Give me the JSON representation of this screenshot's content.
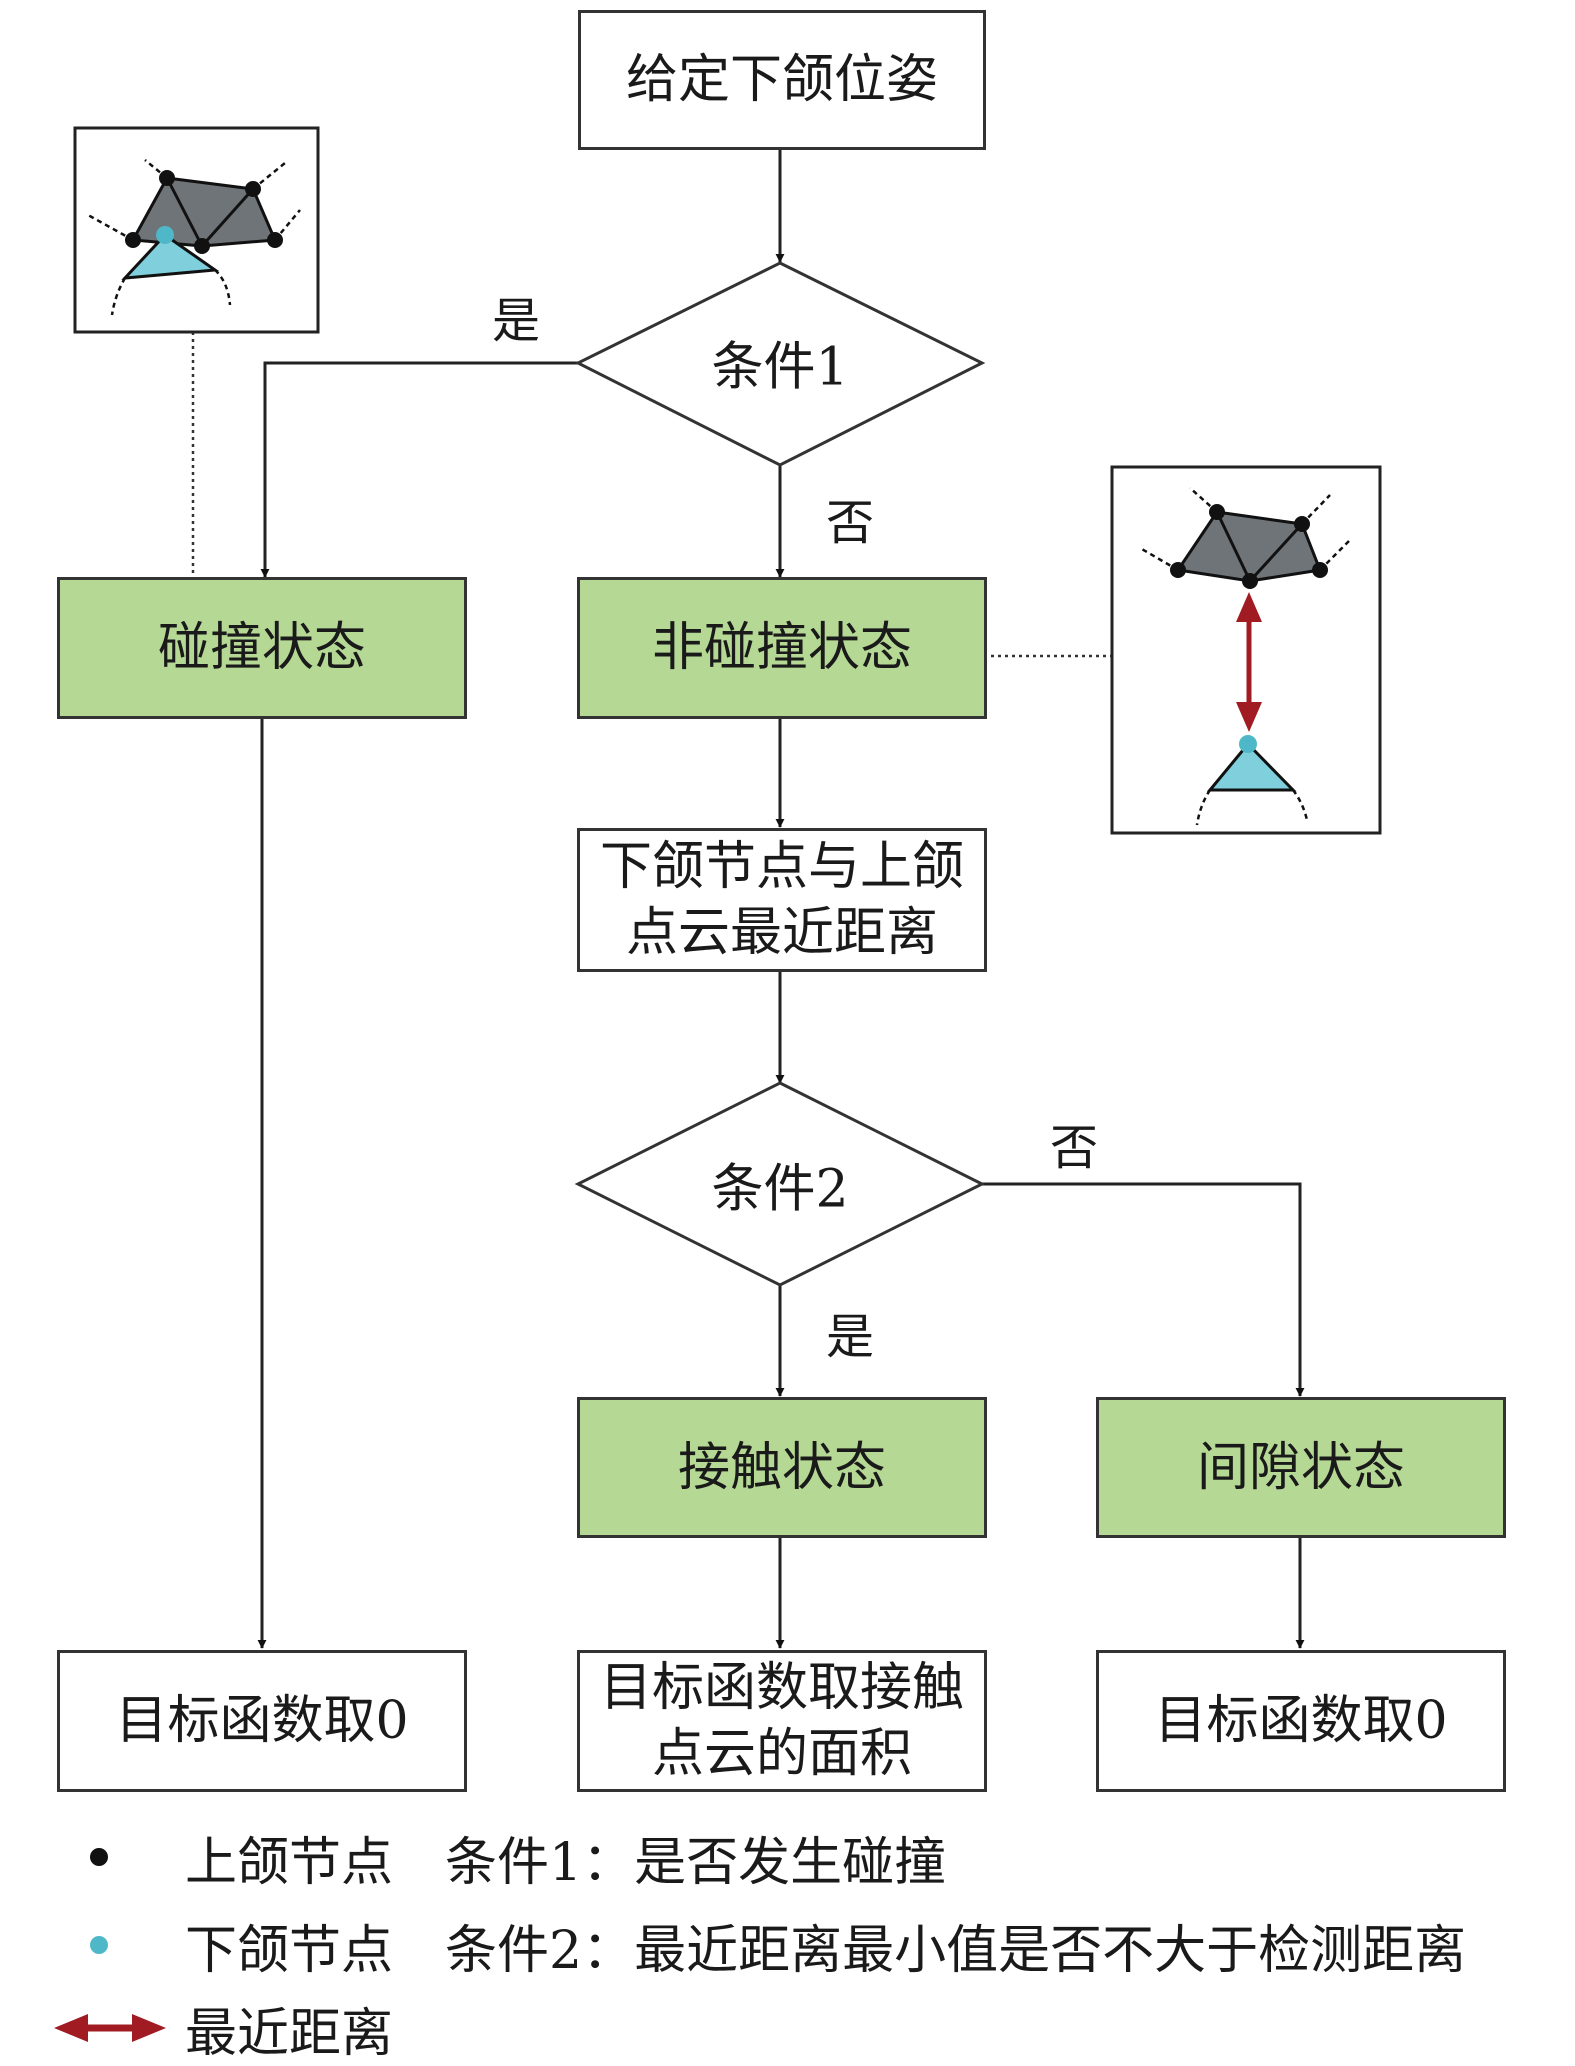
{
  "nodes": {
    "start": "给定下颌位姿",
    "cond1": "条件1",
    "collision": "碰撞状态",
    "non_collision": "非碰撞状态",
    "nearest": [
      "下颌节点与上颌",
      "点云最近距离"
    ],
    "cond2": "条件2",
    "contact": "接触状态",
    "gap": "间隙状态",
    "obj_collision": "目标函数取0",
    "obj_contact": [
      "目标函数取接触",
      "点云的面积"
    ],
    "obj_gap": "目标函数取0"
  },
  "edge_labels": {
    "cond1_yes": "是",
    "cond1_no": "否",
    "cond2_no": "否",
    "cond2_yes": "是"
  },
  "legend": {
    "upper_node": "上颌节点",
    "lower_node": "下颌节点",
    "nearest_distance": "最近距离",
    "cond1_desc": "条件1：是否发生碰撞",
    "cond2_desc": "条件2：最近距离最小值是否不大于检测距离"
  },
  "colors": {
    "state_fill": "#b5d995",
    "upper_node": "#111111",
    "lower_node": "#4fb8c8",
    "upper_mesh": "#6f7478",
    "lower_mesh": "#7fd0dc",
    "distance_arrow": "#a01c22"
  }
}
